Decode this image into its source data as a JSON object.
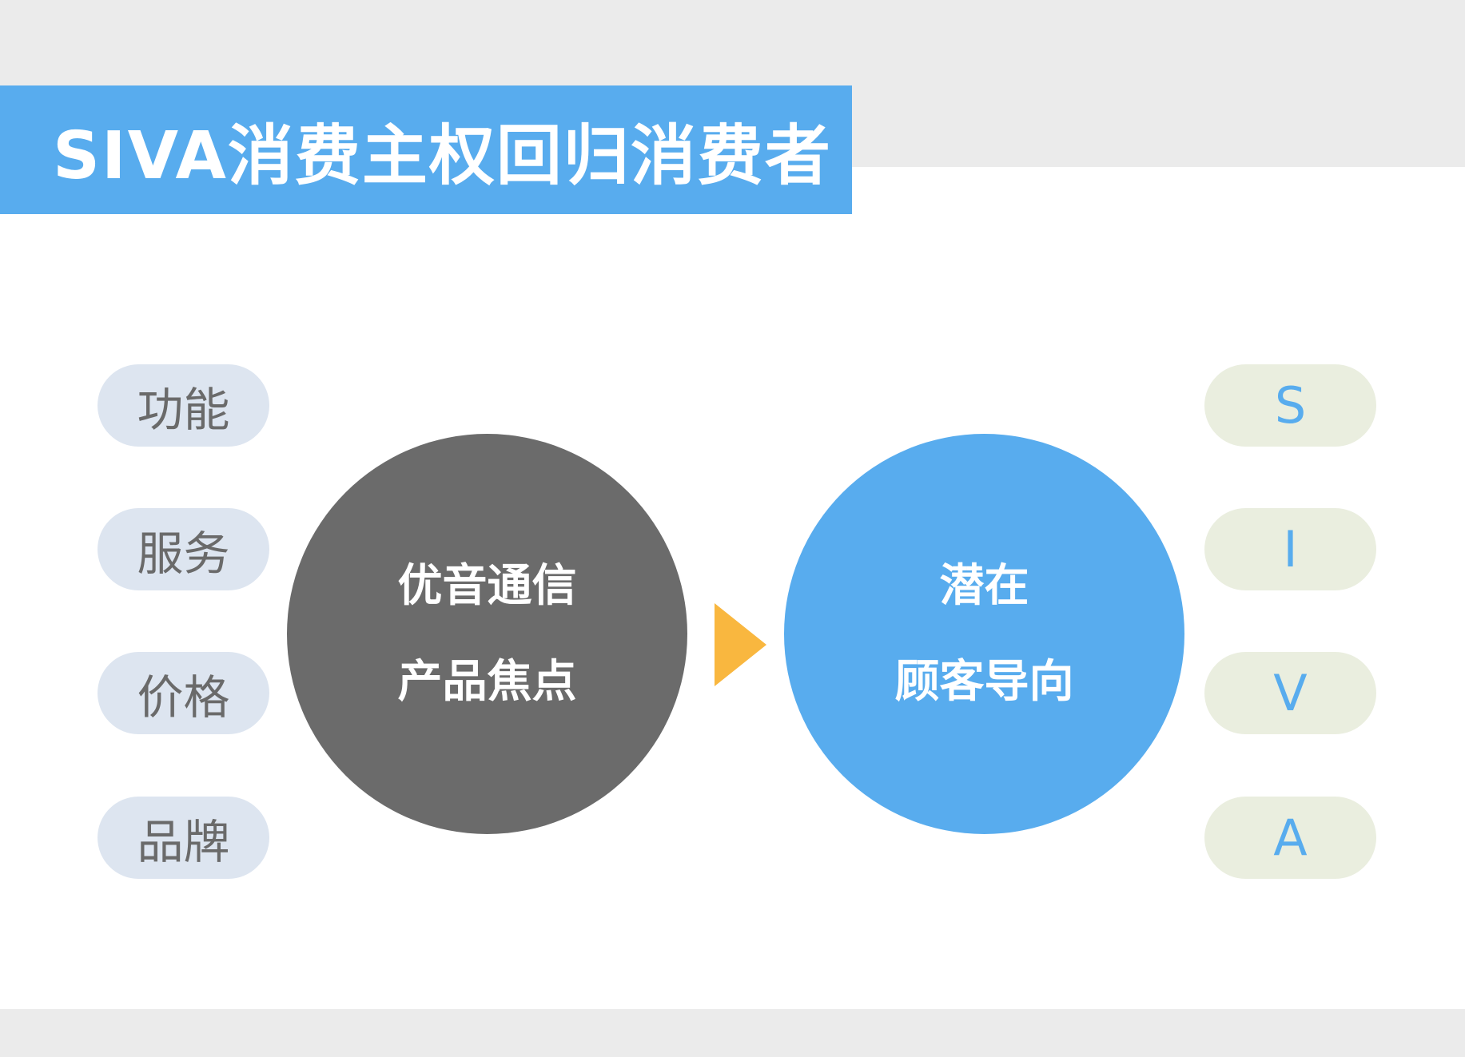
{
  "title": "SIVA消费主权回归消费者",
  "left_items": [
    "功能",
    "服务",
    "价格",
    "品牌"
  ],
  "center_left": {
    "line1": "优音通信",
    "line2": "产品焦点"
  },
  "center_right": {
    "line1": "潜在",
    "line2": "顾客导向"
  },
  "right_items": [
    "S",
    "I",
    "V",
    "A"
  ],
  "colors": {
    "accent_blue": "#58acee",
    "dark_gray": "#6b6b6b",
    "arrow_orange": "#f9b73f",
    "left_pill_bg": "#dde5f0",
    "right_pill_bg": "#eaeedf"
  },
  "icons": [
    "right-triangle-arrow-icon"
  ]
}
